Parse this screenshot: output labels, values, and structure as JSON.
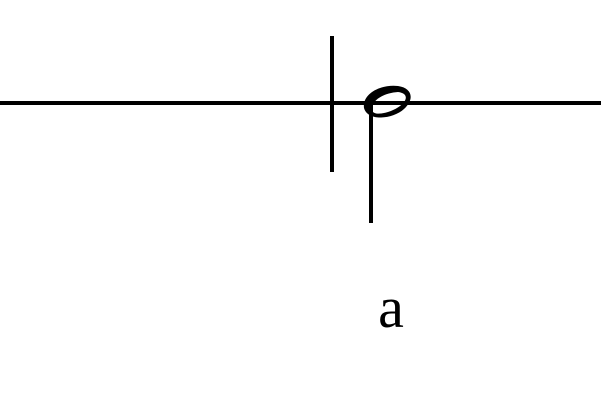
{
  "notation": {
    "element_type": "single-line staff with barline and half note",
    "note_value": "half",
    "stem_direction": "down",
    "lyric": "a",
    "ink_color": "#000000",
    "background_color": "#ffffff"
  }
}
